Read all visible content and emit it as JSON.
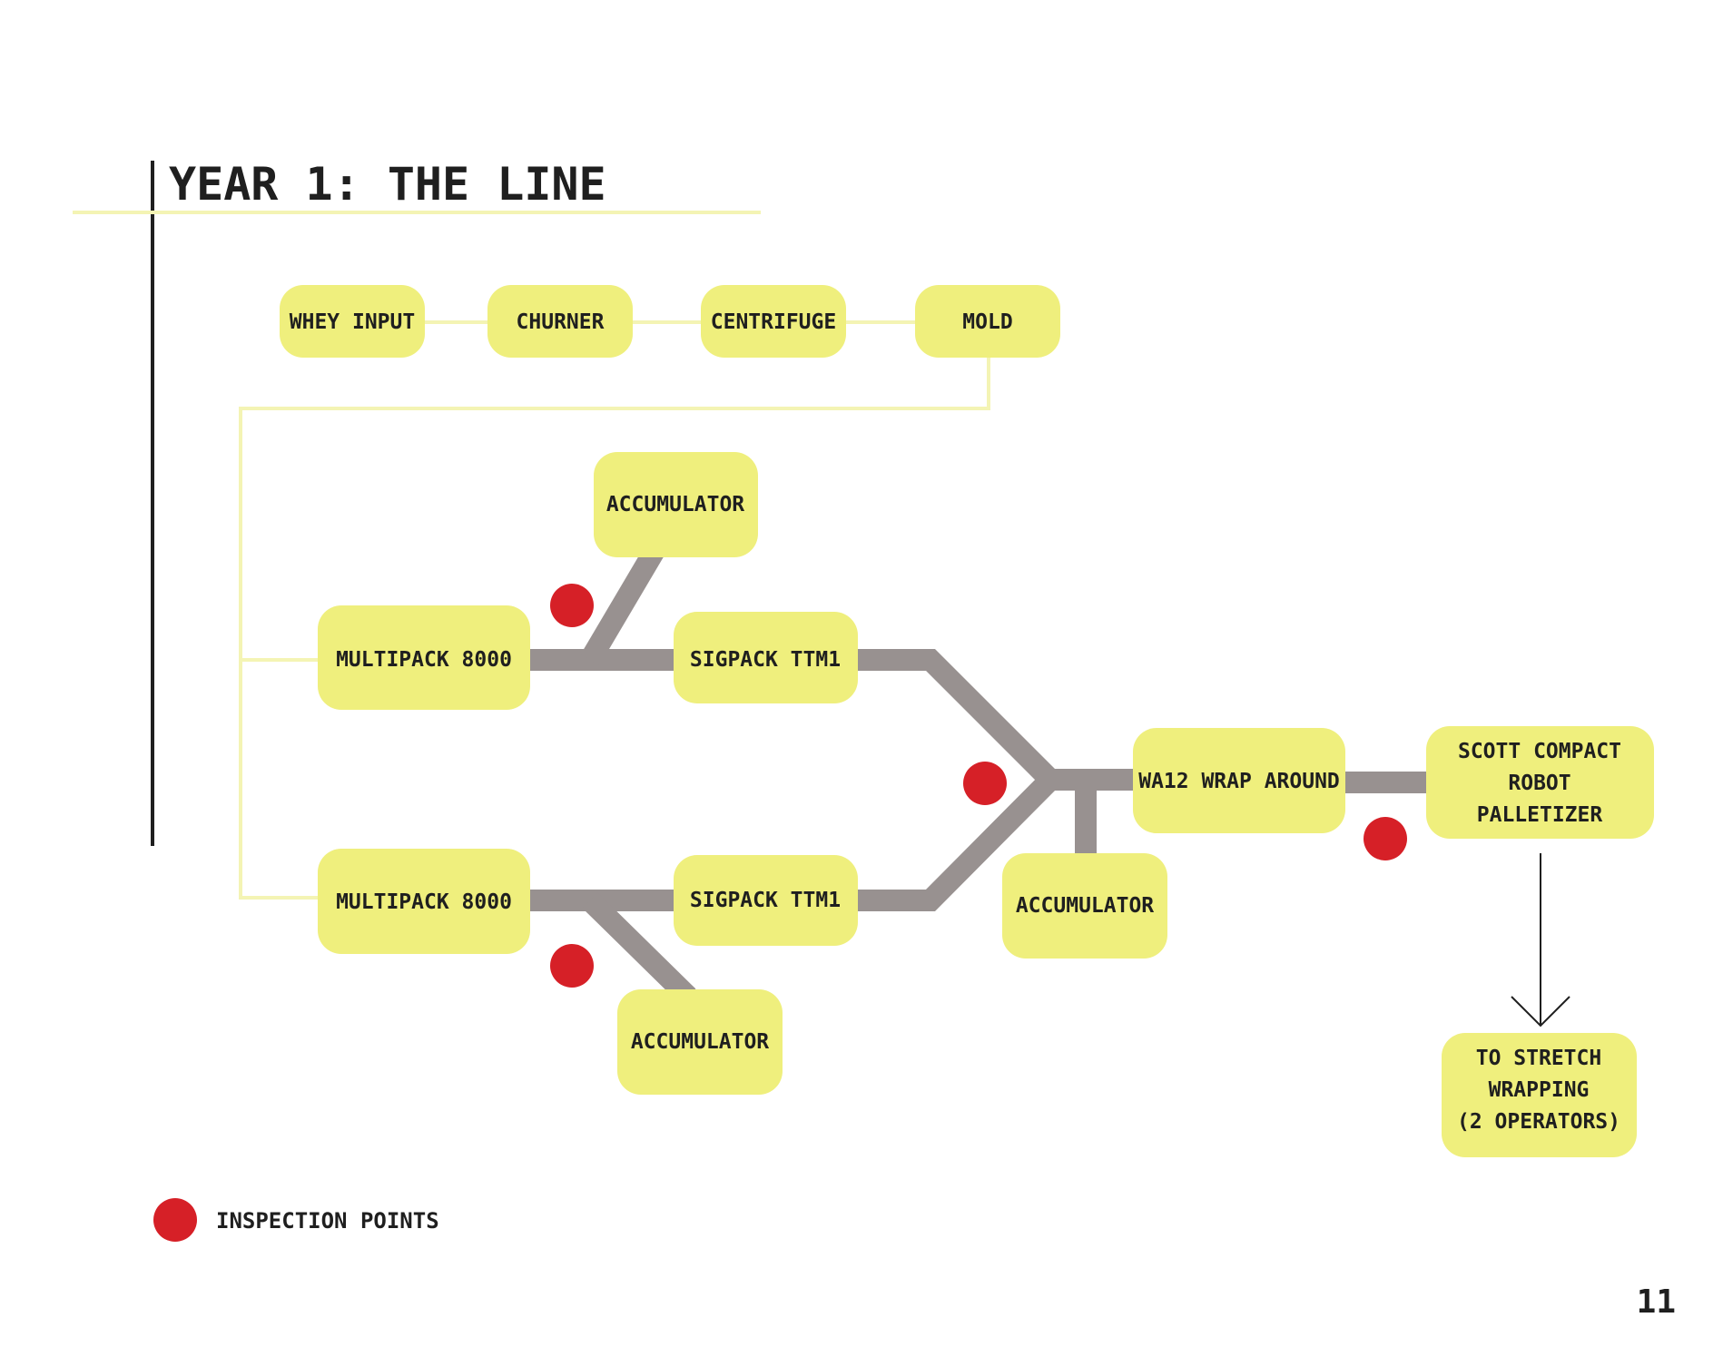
{
  "page": {
    "title": "YEAR 1: THE LINE",
    "page_number": "11"
  },
  "colors": {
    "box": "#efef7d",
    "thin_line": "#f4f4b4",
    "conveyor": "#989190",
    "inspection_dot": "#d62027",
    "text": "#1f1f1f"
  },
  "nodes": {
    "whey_input": "WHEY INPUT",
    "churner": "CHURNER",
    "centrifuge": "CENTRIFUGE",
    "mold": "MOLD",
    "accumulator_top": "ACCUMULATOR",
    "multipack_top": "MULTIPACK 8000",
    "sigpack_top": "SIGPACK TTM1",
    "multipack_bottom": "MULTIPACK 8000",
    "sigpack_bottom": "SIGPACK TTM1",
    "accumulator_bottom": "ACCUMULATOR",
    "accumulator_middle": "ACCUMULATOR",
    "wa12": "WA12 WRAP AROUND",
    "palletizer": [
      "SCOTT COMPACT",
      "ROBOT",
      "PALLETIZER"
    ],
    "stretch": [
      "TO STRETCH",
      "WRAPPING",
      "(2 OPERATORS)"
    ]
  },
  "legend": {
    "label": "INSPECTION POINTS"
  }
}
